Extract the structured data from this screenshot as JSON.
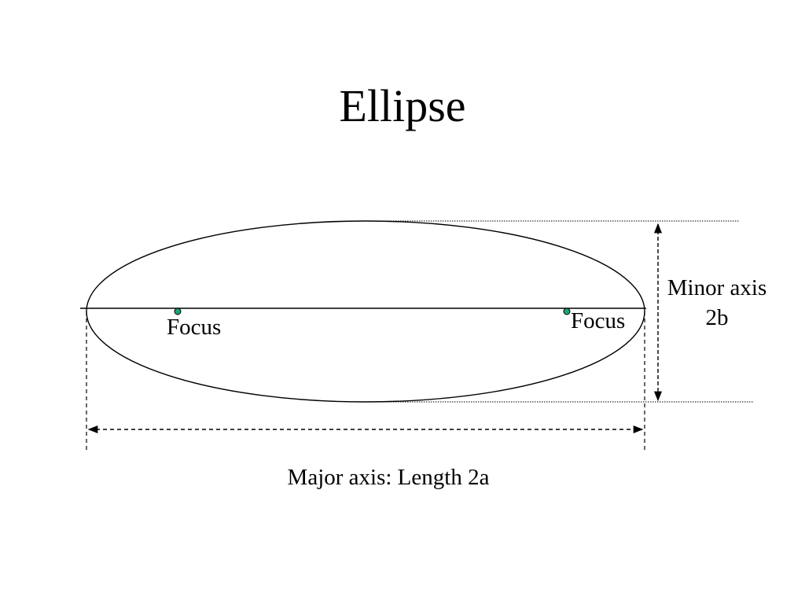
{
  "title": "Ellipse",
  "labels": {
    "focus_left": "Focus",
    "focus_right": "Focus",
    "minor_axis_line1": "Minor axis",
    "minor_axis_line2": "2b",
    "major_axis": "Major axis: Length 2a"
  },
  "colors": {
    "focus_point": "#1aa37a",
    "stroke": "#000000"
  }
}
